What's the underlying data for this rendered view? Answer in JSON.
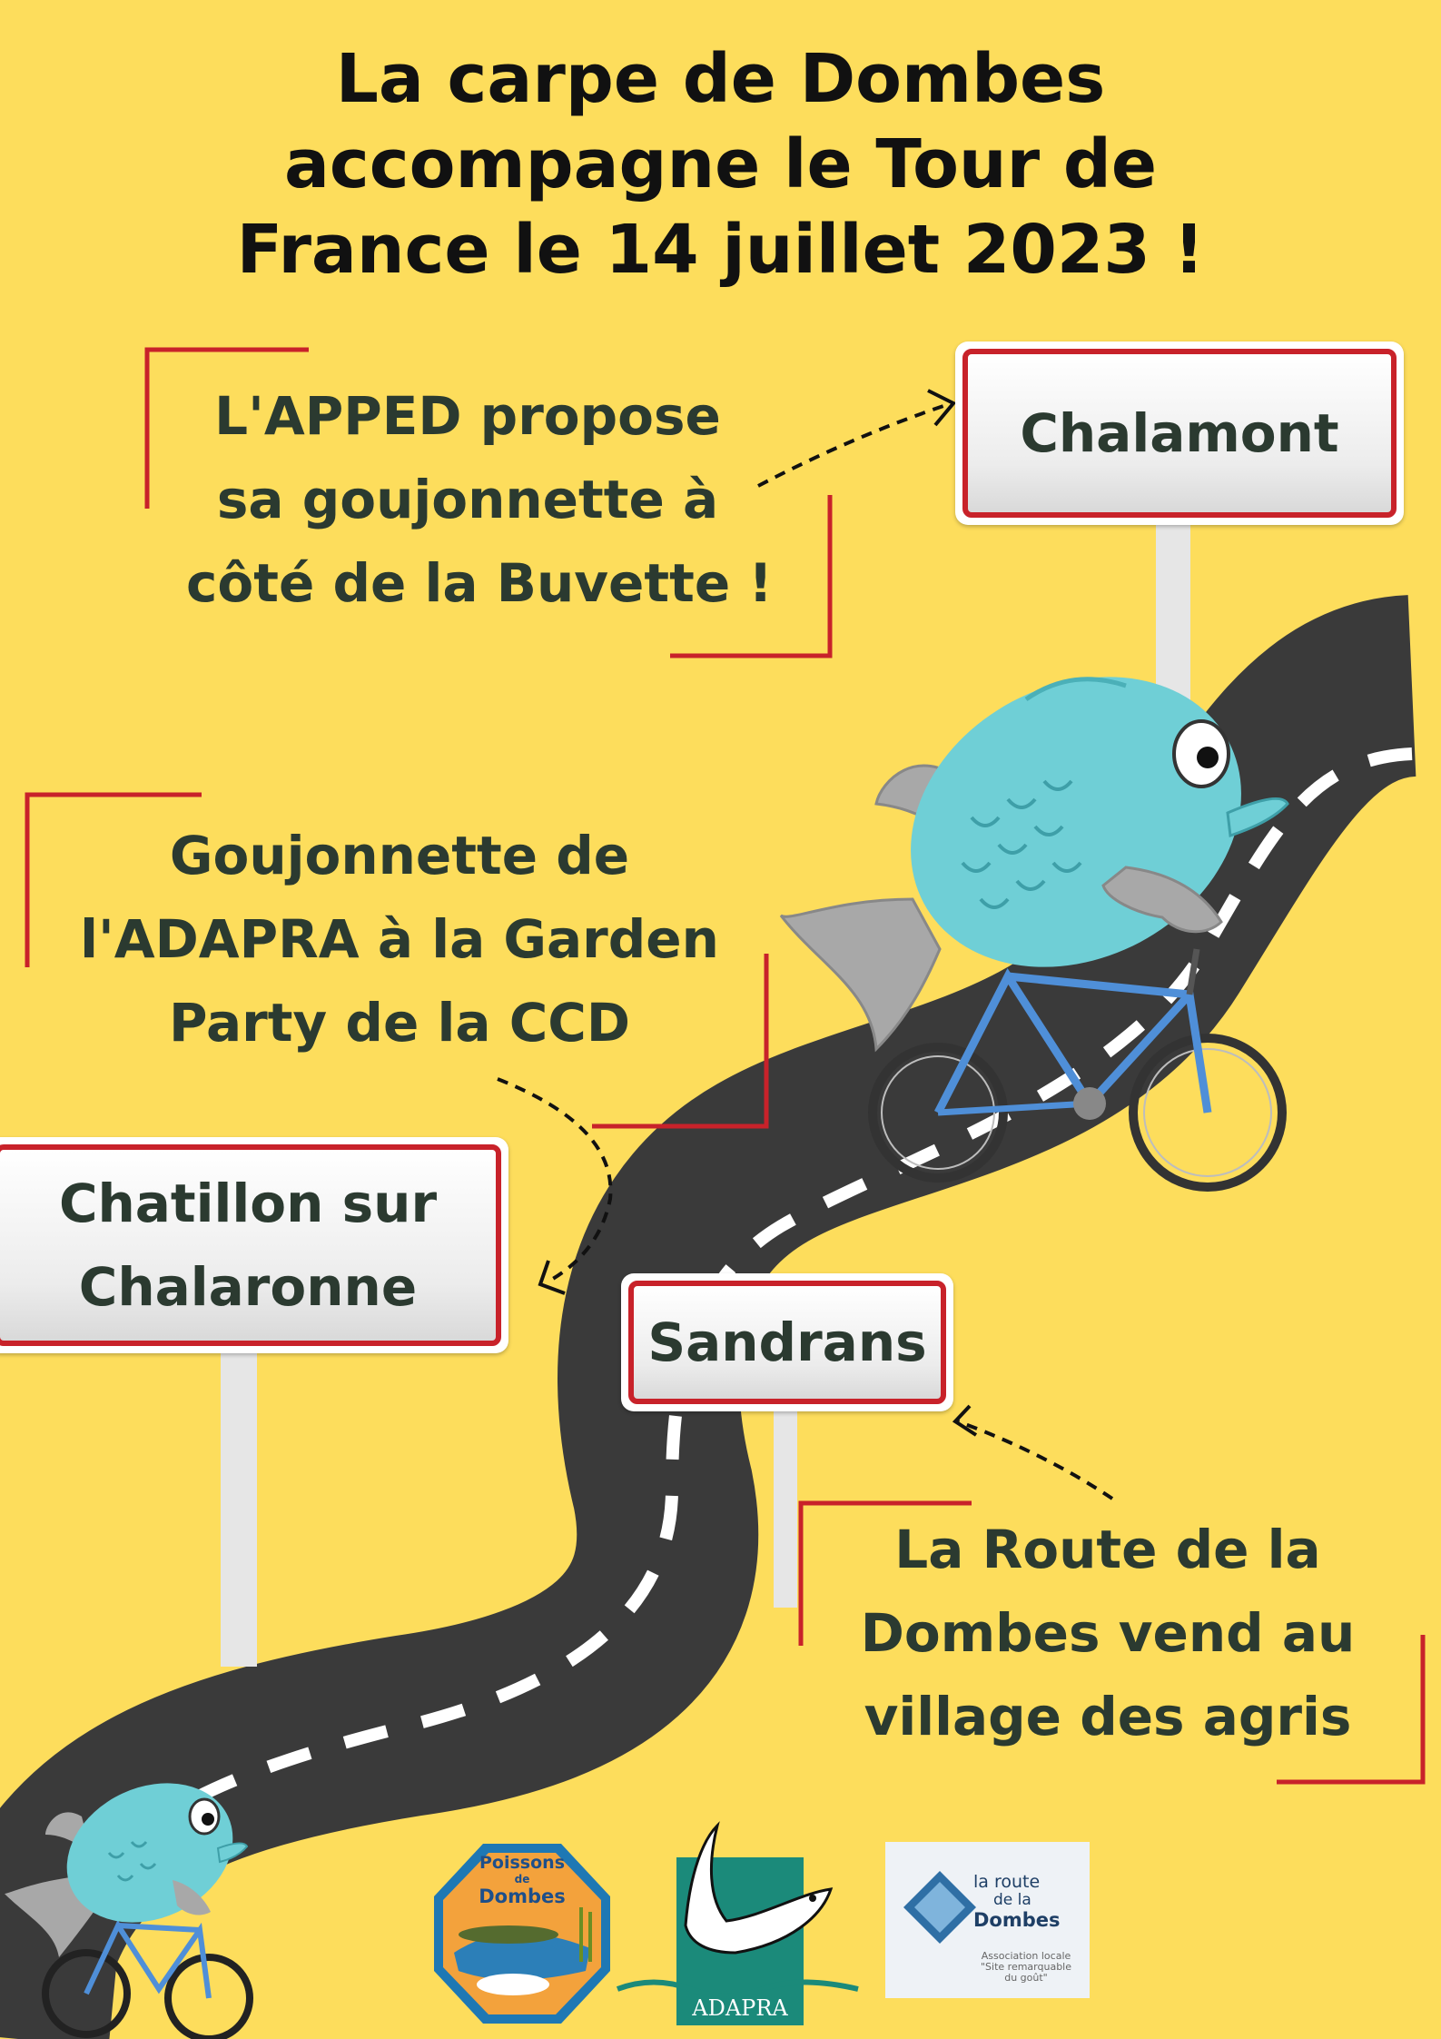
{
  "title": {
    "line1": "La carpe de Dombes",
    "line2": "accompagne le Tour de",
    "line3": "France le 14 juillet 2023 !"
  },
  "notes": {
    "apped": [
      "L'APPED propose",
      "sa goujonnette à",
      "côté de la Buvette !"
    ],
    "adapra": [
      "Goujonnette de",
      "l'ADAPRA à la Garden",
      "Party de la CCD"
    ],
    "route": [
      "La Route de la",
      "Dombes vend au",
      "village des agris"
    ]
  },
  "signs": {
    "chalamont": [
      "Chalamont"
    ],
    "chatillon": [
      "Chatillon sur",
      "Chalaronne"
    ],
    "sandrans": [
      "Sandrans"
    ]
  },
  "logos": {
    "poissons": {
      "line1": "Poissons",
      "line2": "de",
      "line3": "Dombes"
    },
    "adapra": {
      "label": "ADAPRA"
    },
    "route_dombes": {
      "line1": "la route",
      "line2": "de la",
      "line3": "Dombes",
      "sub1": "Association locale",
      "sub2": "\"Site remarquable",
      "sub3": "du goût\""
    }
  },
  "colors": {
    "background": "#fddd5c",
    "road": "#3a3a3a",
    "accent_red": "#c8222a",
    "text_dark": "#2b3a30",
    "fish": "#6fcfd6"
  },
  "icons": {
    "fish_cyclist_large": "fish-riding-bicycle",
    "fish_cyclist_small": "fish-riding-bicycle"
  }
}
